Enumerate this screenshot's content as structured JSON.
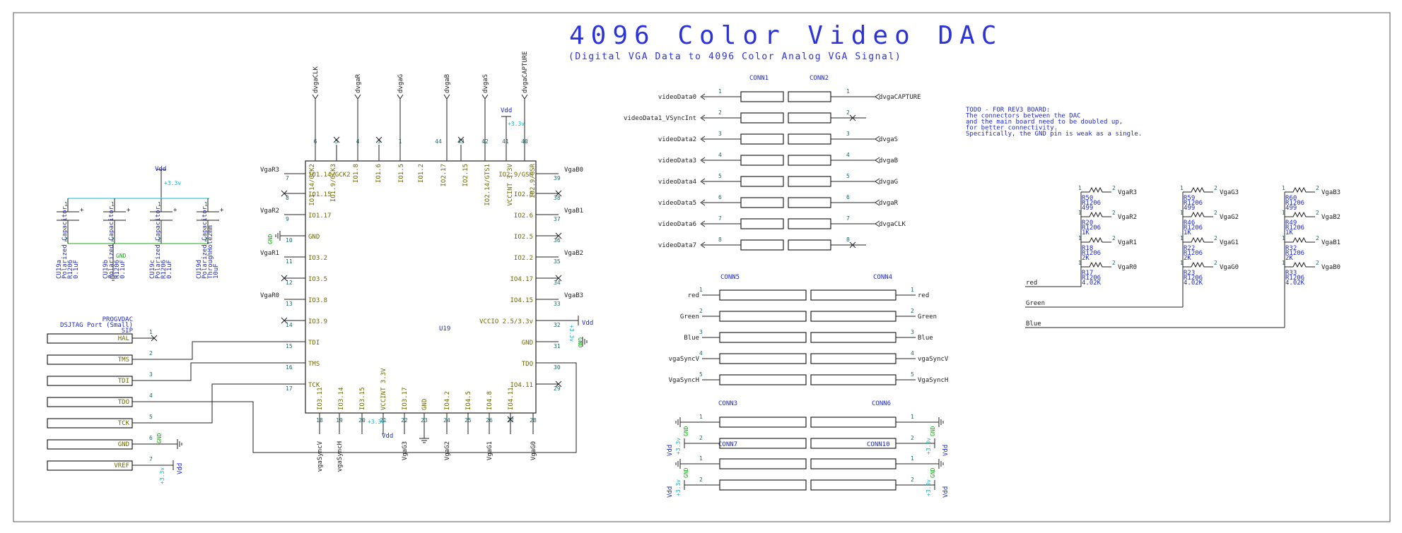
{
  "title": "4096 Color Video DAC",
  "subtitle": "(Digital VGA Data to 4096 Color Analog VGA Signal)",
  "todo": [
    "TODO - FOR REV3 BOARD:",
    "The connectors between the DAC",
    "and the main board need to be doubled up,",
    "for better connectivity.",
    "Specifically, the GND pin is weak as a single."
  ],
  "colors": {
    "title": "#2b33d9",
    "wire": "#222222",
    "net": "#16b6c8",
    "gnd": "#1fa81f",
    "pin": "#1d6b6b",
    "part": "#6e6a00"
  },
  "fpga": {
    "ref": "U19",
    "top_nets": [
      "dvgaCLK",
      "dvgaR",
      "dvgaG",
      "dvgaB",
      "dvgaS",
      "dvgaCAPTURE"
    ],
    "top_pins": [
      "6",
      "5",
      "4",
      "3",
      "1",
      "44",
      "43",
      "42",
      "41",
      "40"
    ],
    "top_labels": [
      "IO1.14/GCK2",
      "IO1.9/GCK3",
      "IO1.8",
      "IO1.6",
      "IO1.5",
      "IO1.2",
      "IO2.17",
      "IO2.15",
      "IO2.14/GTS1",
      "VCCINT 3.3V",
      "IO2.9/GSR",
      "IO2.11/GTS2"
    ],
    "top_vdd": "Vdd",
    "top_33": "+3.3v",
    "left": [
      {
        "net": "VgaR3",
        "pin": "7",
        "label": "IO1.14/GCK2"
      },
      {
        "net": "",
        "pin": "8",
        "label": "IO1.15"
      },
      {
        "net": "VgaR2",
        "pin": "9",
        "label": "IO1.17"
      },
      {
        "net": "GND",
        "pin": "10",
        "label": "GND"
      },
      {
        "net": "VgaR1",
        "pin": "11",
        "label": "IO3.2"
      },
      {
        "net": "",
        "pin": "12",
        "label": "IO3.5"
      },
      {
        "net": "VgaR0",
        "pin": "13",
        "label": "IO3.8"
      },
      {
        "net": "",
        "pin": "14",
        "label": "IO3.9"
      },
      {
        "net": "",
        "pin": "15",
        "label": "TDI"
      },
      {
        "net": "",
        "pin": "16",
        "label": "TMS"
      },
      {
        "net": "",
        "pin": "17",
        "label": "TCK"
      }
    ],
    "right": [
      {
        "net": "VgaB0",
        "pin": "39",
        "label": "IO2.9/GSR"
      },
      {
        "net": "",
        "pin": "38",
        "label": "IO2.8"
      },
      {
        "net": "VgaB1",
        "pin": "37",
        "label": "IO2.6"
      },
      {
        "net": "",
        "pin": "36",
        "label": "IO2.5"
      },
      {
        "net": "VgaB2",
        "pin": "35",
        "label": "IO2.2"
      },
      {
        "net": "",
        "pin": "34",
        "label": "IO4.17"
      },
      {
        "net": "VgaB3",
        "pin": "33",
        "label": "IO4.15"
      },
      {
        "net": "",
        "pin": "32",
        "label": "VCCIO 2.5/3.3v"
      },
      {
        "net": "",
        "pin": "31",
        "label": "GND"
      },
      {
        "net": "",
        "pin": "30",
        "label": "TDO"
      },
      {
        "net": "",
        "pin": "29",
        "label": "IO4.11"
      }
    ],
    "bottom_pins": [
      "18",
      "19",
      "20",
      "21",
      "22",
      "23",
      "24",
      "25",
      "26",
      "27",
      "28"
    ],
    "bottom_labels": [
      "IO3.11",
      "IO3.14",
      "IO3.15",
      "VCCINT 3.3V",
      "IO3.17",
      "GND",
      "IO4.2",
      "IO4.5",
      "IO4.8",
      "IO4.11"
    ],
    "bottom_nets": [
      "vgaSyncV",
      "vgaSyncH",
      "VgaG3",
      "VgaG2",
      "VgaG1",
      "VgaG0"
    ],
    "bottom_vdd": "Vdd",
    "bottom_33": "+3.3v",
    "vdd": "Vdd",
    "gnd": "GND",
    "v33": "+3.3v"
  },
  "caps": {
    "vdd": "Vdd",
    "v33": "+3.3v",
    "gnd": "GND",
    "items": [
      {
        "ref": "CU19a",
        "l1": "Polarized Capacitor",
        "l2": "R1206",
        "l3": "0.1uF"
      },
      {
        "ref": "CU19b",
        "l1": "Polarized Capacitor",
        "l2": "R1206",
        "l3": "0.1uF"
      },
      {
        "ref": "CU19c",
        "l1": "Polarized Capacitor",
        "l2": "R1206",
        "l3": "0.1uF"
      },
      {
        "ref": "CU19d",
        "l1": "Polarized Capacitor",
        "l2": "ThroughHole2mm",
        "l3": "10uF"
      }
    ]
  },
  "jtag": {
    "ref": "PROGVDAC",
    "name": "DSJTAG Port (Small)",
    "pkg": "SIP",
    "pins": [
      {
        "n": "1",
        "label": "HAL"
      },
      {
        "n": "2",
        "label": "TMS"
      },
      {
        "n": "3",
        "label": "TDI"
      },
      {
        "n": "4",
        "label": "TDO"
      },
      {
        "n": "5",
        "label": "TCK"
      },
      {
        "n": "6",
        "label": "GND"
      },
      {
        "n": "7",
        "label": "VREF"
      }
    ],
    "gnd": "GND",
    "vdd": "Vdd",
    "v33": "+3.3v"
  },
  "conn12": {
    "names": [
      "CONN1",
      "CONN2"
    ],
    "left": [
      "videoData0",
      "videoData1_VSyncInt",
      "videoData2",
      "videoData3",
      "videoData4",
      "videoData5",
      "videoData6",
      "videoData7"
    ],
    "right": [
      "dvgaCAPTURE",
      "",
      "dvgaS",
      "dvgaB",
      "dvgaG",
      "dvgaR",
      "dvgaCLK",
      ""
    ],
    "pins": [
      "1",
      "2",
      "3",
      "4",
      "5",
      "6",
      "7",
      "8"
    ]
  },
  "conn54": {
    "names": [
      "CONN5",
      "CONN4"
    ],
    "nets": [
      "red",
      "Green",
      "Blue",
      "vgaSyncV",
      "VgaSyncH"
    ],
    "pins": [
      "1",
      "2",
      "3",
      "4",
      "5"
    ]
  },
  "conn_bottom": {
    "names": [
      "CONN3",
      "CONN6",
      "CONN7",
      "CONN10"
    ],
    "pins": [
      "1",
      "2"
    ],
    "gnd": "GND",
    "vdd": "Vdd",
    "v33": "+3.3v"
  },
  "resistors": [
    {
      "ref": "R50",
      "pkg": "R1206",
      "val": "499",
      "net": "VgaR3"
    },
    {
      "ref": "R20",
      "pkg": "R1206",
      "val": "1K",
      "net": "VgaR2"
    },
    {
      "ref": "R18",
      "pkg": "R1206",
      "val": "2K",
      "net": "VgaR1"
    },
    {
      "ref": "R17",
      "pkg": "R1206",
      "val": "4.02K",
      "net": "VgaR0"
    },
    {
      "ref": "R59",
      "pkg": "R1206",
      "val": "499",
      "net": "VgaG3"
    },
    {
      "ref": "R46",
      "pkg": "R1206",
      "val": "1K",
      "net": "VgaG2"
    },
    {
      "ref": "R22",
      "pkg": "R1206",
      "val": "2K",
      "net": "VgaG1"
    },
    {
      "ref": "R23",
      "pkg": "R1206",
      "val": "4.02K",
      "net": "VgaG0"
    },
    {
      "ref": "R60",
      "pkg": "R1206",
      "val": "499",
      "net": "VgaB3"
    },
    {
      "ref": "R49",
      "pkg": "R1206",
      "val": "1K",
      "net": "VgaB2"
    },
    {
      "ref": "R32",
      "pkg": "R1206",
      "val": "2K",
      "net": "VgaB1"
    },
    {
      "ref": "R33",
      "pkg": "R1206",
      "val": "4.02K",
      "net": "VgaB0"
    }
  ],
  "res_pins": [
    "1",
    "2"
  ],
  "outputs": [
    "red",
    "Green",
    "Blue"
  ]
}
